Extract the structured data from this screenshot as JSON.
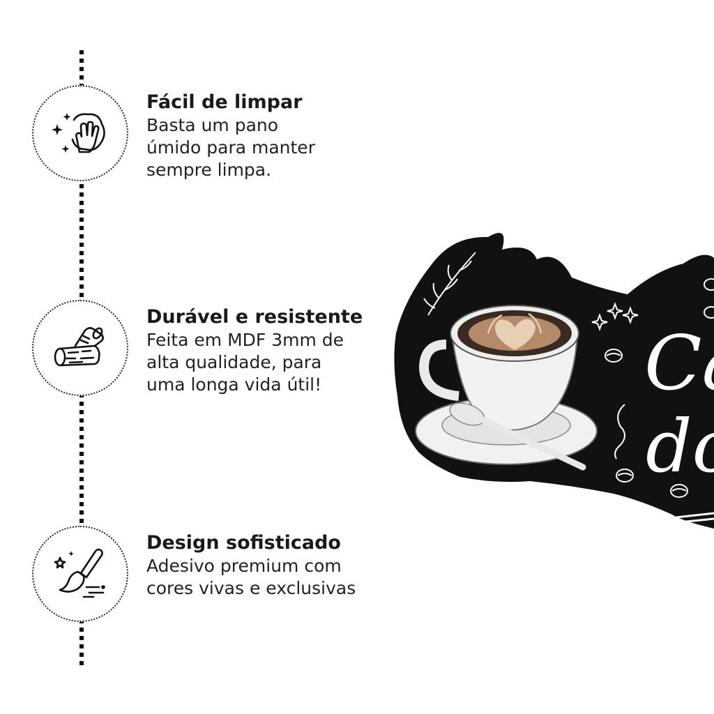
{
  "features": [
    {
      "title": "Fácil de limpar",
      "description": "Basta um pano\númido para manter\nsempre limpa.",
      "icon": "hand-wiping-icon"
    },
    {
      "title": "Durável e resistente",
      "description": "Feita em MDF 3mm de\nalta qualidade, para\numa longa vida útil!",
      "icon": "wood-log-icon"
    },
    {
      "title": "Design sofisticado",
      "description": "Adesivo premium com\ncores vivas e exclusivas",
      "icon": "paintbrush-icon"
    }
  ],
  "sign": {
    "line1": "Ca",
    "line2": "do",
    "background": "#111111",
    "coffee_color": "#b58a68"
  }
}
